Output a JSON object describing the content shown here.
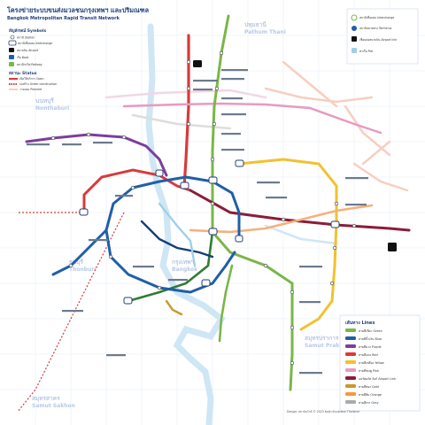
{
  "title": {
    "thai": "โครงข่ายระบบขนส่งมวลชนกรุงเทพฯ และปริมณฑล",
    "english": "Bangkok Metropolitan Rapid Transit Network"
  },
  "legend_symbols": {
    "heading": "สัญลักษณ์  Symbols",
    "items": [
      "สถานี Station",
      "สถานีเชื่อมต่อ Interchange",
      "สนามบิน Airport",
      "เรือ Boat",
      "สถานีรถไฟ Railway"
    ]
  },
  "legend_status": {
    "heading": "สถานะ  Status",
    "items": [
      "เปิดให้บริการ Open",
      "ก่อสร้าง Under construction",
      "วางแผน Planned"
    ]
  },
  "top_right_legend": {
    "items": [
      "สถานีเชื่อมต่อ Interchange",
      "สถานีปลายทาง Terminus",
      "เชื่อมต่อสนามบิน Airport link",
      "ท่าเรือ Pier"
    ]
  },
  "regions": [
    {
      "thai": "ปทุมธานี",
      "english": "Pathum Thani"
    },
    {
      "thai": "นนทบุรี",
      "english": "Nonthaburi"
    },
    {
      "thai": "กรุงเทพฯ",
      "english": "Bangkok"
    },
    {
      "thai": "ธนบุรี",
      "english": "Thonburi"
    },
    {
      "thai": "สมุทรปราการ",
      "english": "Samut Prakan"
    },
    {
      "thai": "สมุทรสาคร",
      "english": "Samut Sakhon"
    }
  ],
  "lines_legend": {
    "heading": "เส้นทาง  Lines",
    "items": [
      {
        "name": "สายสีเขียว Green",
        "color": "#7ab648"
      },
      {
        "name": "สายสีน้ำเงิน Blue",
        "color": "#1f5fa8"
      },
      {
        "name": "สายสีม่วง Purple",
        "color": "#7b3f9a"
      },
      {
        "name": "สายสีแดง Red",
        "color": "#d93a3a"
      },
      {
        "name": "สายสีเหลือง Yellow",
        "color": "#f2c12e"
      },
      {
        "name": "สายสีชมพู Pink",
        "color": "#e89ac0"
      },
      {
        "name": "แอร์พอร์ต ลิงก์ Airport Link",
        "color": "#8b1c3a"
      },
      {
        "name": "สายสีทอง Gold",
        "color": "#c79a2c"
      },
      {
        "name": "สายสีส้ม Orange",
        "color": "#f29a3a"
      },
      {
        "name": "สายสีเทา Grey",
        "color": "#aaaaaa"
      }
    ]
  },
  "credit": "Design: สถาบันโกจิ © 2023 Kojin Illustrator Thailand",
  "colors": {
    "green": "#7ab648",
    "dark_green": "#2f7d32",
    "blue": "#1f5fa8",
    "purple": "#7b3f9a",
    "red": "#d93a3a",
    "yellow": "#f2c12e",
    "pink": "#e89ac0",
    "airport": "#8b1c3a",
    "gold": "#c79a2c",
    "orange": "#f29a3a",
    "grey": "#aaaaaa",
    "light_blue": "#9fd0e8",
    "river": "#cfe6f5",
    "grid": "#e3ecf6"
  }
}
